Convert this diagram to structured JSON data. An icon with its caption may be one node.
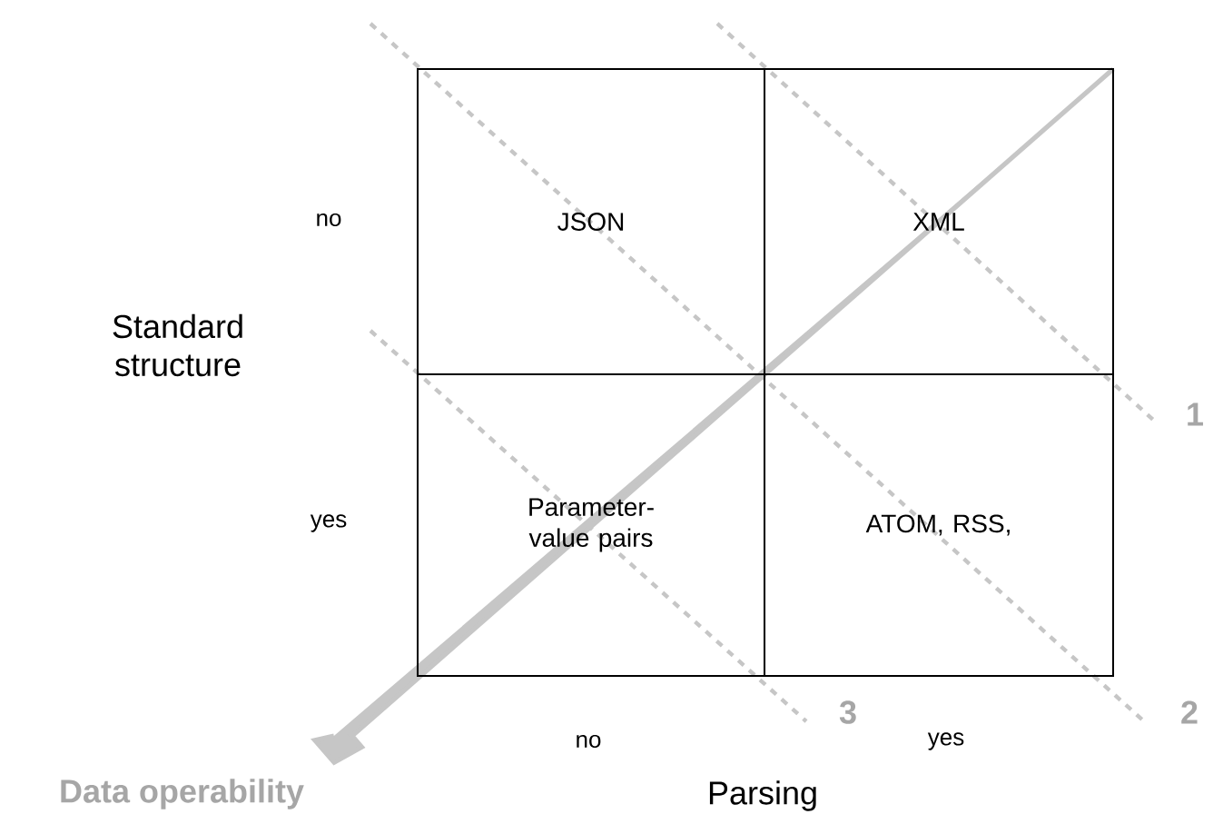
{
  "diagram": {
    "nodes": [
      {
        "text": [
          "JSON"
        ]
      },
      {
        "text": [
          "XML"
        ]
      },
      {
        "text": [
          "Parameter- value pairs"
        ]
      },
      {
        "text": [
          "ATOM, RSS,"
        ]
      }
    ],
    "labels": [
      "no",
      "Standard structure",
      "1",
      "yes",
      "3",
      "2",
      "no",
      "yes",
      "Data operability",
      "Parsing"
    ]
  }
}
